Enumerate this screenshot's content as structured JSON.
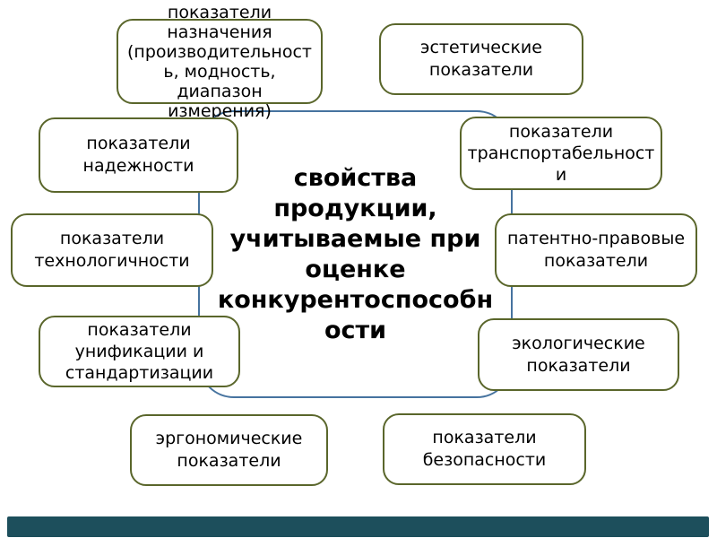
{
  "diagram": {
    "center_label": "свойства\nпродукции,\nучитываемые при\nоценке\nконкурентоспособн\nости",
    "nodes": [
      {
        "id": "pokazateli-naznacheniya",
        "label": "показатели\nназначения\n(производительност\nь, модность,\nдиапазон\nизмерения)"
      },
      {
        "id": "esteticheskie-pokazateli",
        "label": "эстетические\nпоказатели"
      },
      {
        "id": "pokazateli-nadezhnosti",
        "label": "показатели\nнадежности"
      },
      {
        "id": "pokazateli-transportabelnosti",
        "label": "показатели\nтранспортабельност\nи"
      },
      {
        "id": "pokazateli-tekhnologichnosti",
        "label": "показатели\nтехнологичности"
      },
      {
        "id": "patentno-pravovye-pokazateli",
        "label": "патентно-правовые\nпоказатели"
      },
      {
        "id": "pokazateli-unifikatsii",
        "label": "показатели\nунификации и\nстандартизации"
      },
      {
        "id": "ekologicheskie-pokazateli",
        "label": "экологические\nпоказатели"
      },
      {
        "id": "ergonomicheskie-pokazateli",
        "label": "эргономические\nпоказатели"
      },
      {
        "id": "pokazateli-bezopasnosti",
        "label": "показатели\nбезопасности"
      }
    ],
    "colors": {
      "node_border": "#5a662b",
      "center_border": "#46739f",
      "text": "#000000",
      "footer_bar": "#1d4f5c"
    }
  }
}
